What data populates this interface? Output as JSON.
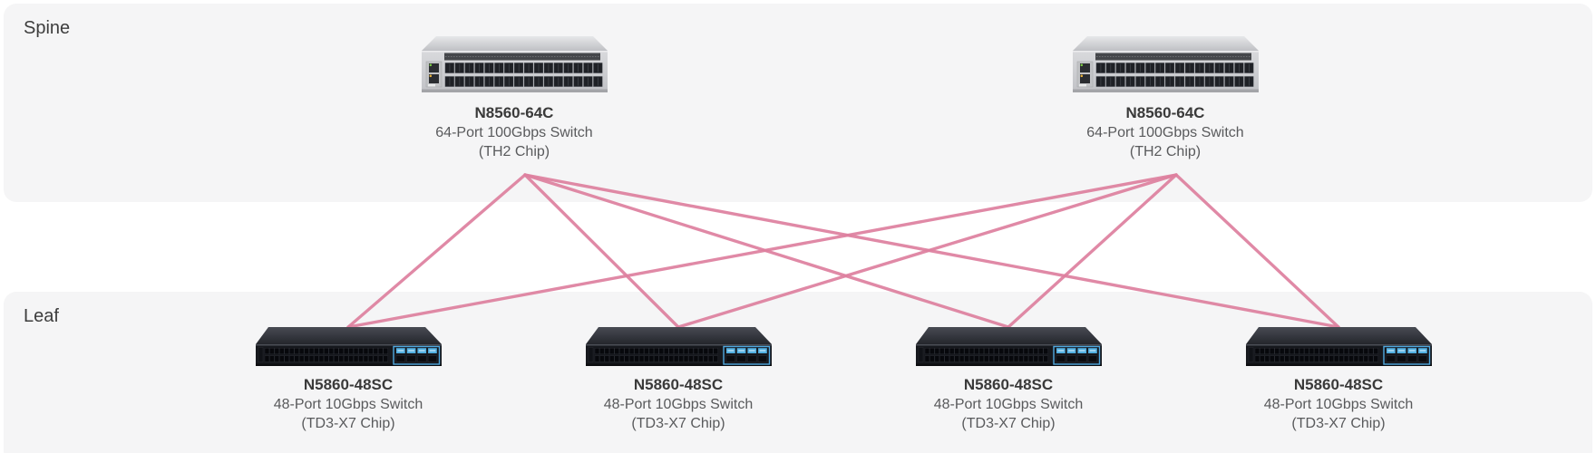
{
  "panels": {
    "spine": {
      "label": "Spine"
    },
    "leaf": {
      "label": "Leaf"
    }
  },
  "devices": {
    "spines": [
      {
        "model": "N8560-64C",
        "description": "64-Port 100Gbps Switch",
        "chip": "(TH2 Chip)"
      },
      {
        "model": "N8560-64C",
        "description": "64-Port 100Gbps Switch",
        "chip": "(TH2 Chip)"
      }
    ],
    "leaves": [
      {
        "model": "N5860-48SC",
        "description": "48-Port 10Gbps Switch",
        "chip": "(TD3-X7 Chip)"
      },
      {
        "model": "N5860-48SC",
        "description": "48-Port 10Gbps Switch",
        "chip": "(TD3-X7 Chip)"
      },
      {
        "model": "N5860-48SC",
        "description": "48-Port 10Gbps Switch",
        "chip": "(TD3-X7 Chip)"
      },
      {
        "model": "N5860-48SC",
        "description": "48-Port 10Gbps Switch",
        "chip": "(TD3-X7 Chip)"
      }
    ]
  },
  "links": {
    "color": "#de809f",
    "connections": [
      [
        0,
        0
      ],
      [
        0,
        1
      ],
      [
        0,
        2
      ],
      [
        0,
        3
      ],
      [
        1,
        0
      ],
      [
        1,
        1
      ],
      [
        1,
        2
      ],
      [
        1,
        3
      ]
    ]
  },
  "colors": {
    "panel_background": "#f5f5f6",
    "page_background": "#ffffff",
    "spine_switch_body": "#d2d3d6",
    "leaf_switch_body": "#17191e",
    "leaf_uplink_highlight": "#4fa8de"
  }
}
